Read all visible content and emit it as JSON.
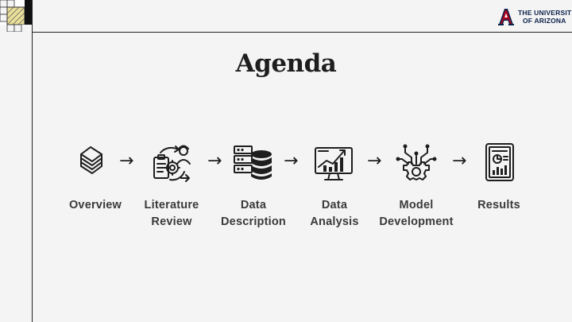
{
  "header": {
    "title": "Agenda",
    "logo_line1": "THE UNIVERSITY",
    "logo_line2": "OF ARIZONA"
  },
  "steps": [
    {
      "label": "Overview",
      "icon": "stacked-layers-icon"
    },
    {
      "label": "Literature\nReview",
      "icon": "literature-review-icon"
    },
    {
      "label": "Data\nDescription",
      "icon": "database-icon"
    },
    {
      "label": "Data\nAnalysis",
      "icon": "analytics-monitor-icon"
    },
    {
      "label": "Model\nDevelopment",
      "icon": "gear-circuit-icon"
    },
    {
      "label": "Results",
      "icon": "report-document-icon"
    }
  ],
  "arrow_glyph": "→",
  "colors": {
    "background": "#f4f4f4",
    "text": "#1e1e1e",
    "brand_navy": "#0c234b",
    "brand_red": "#ab0520",
    "corner_accent": "#e8df9a"
  }
}
